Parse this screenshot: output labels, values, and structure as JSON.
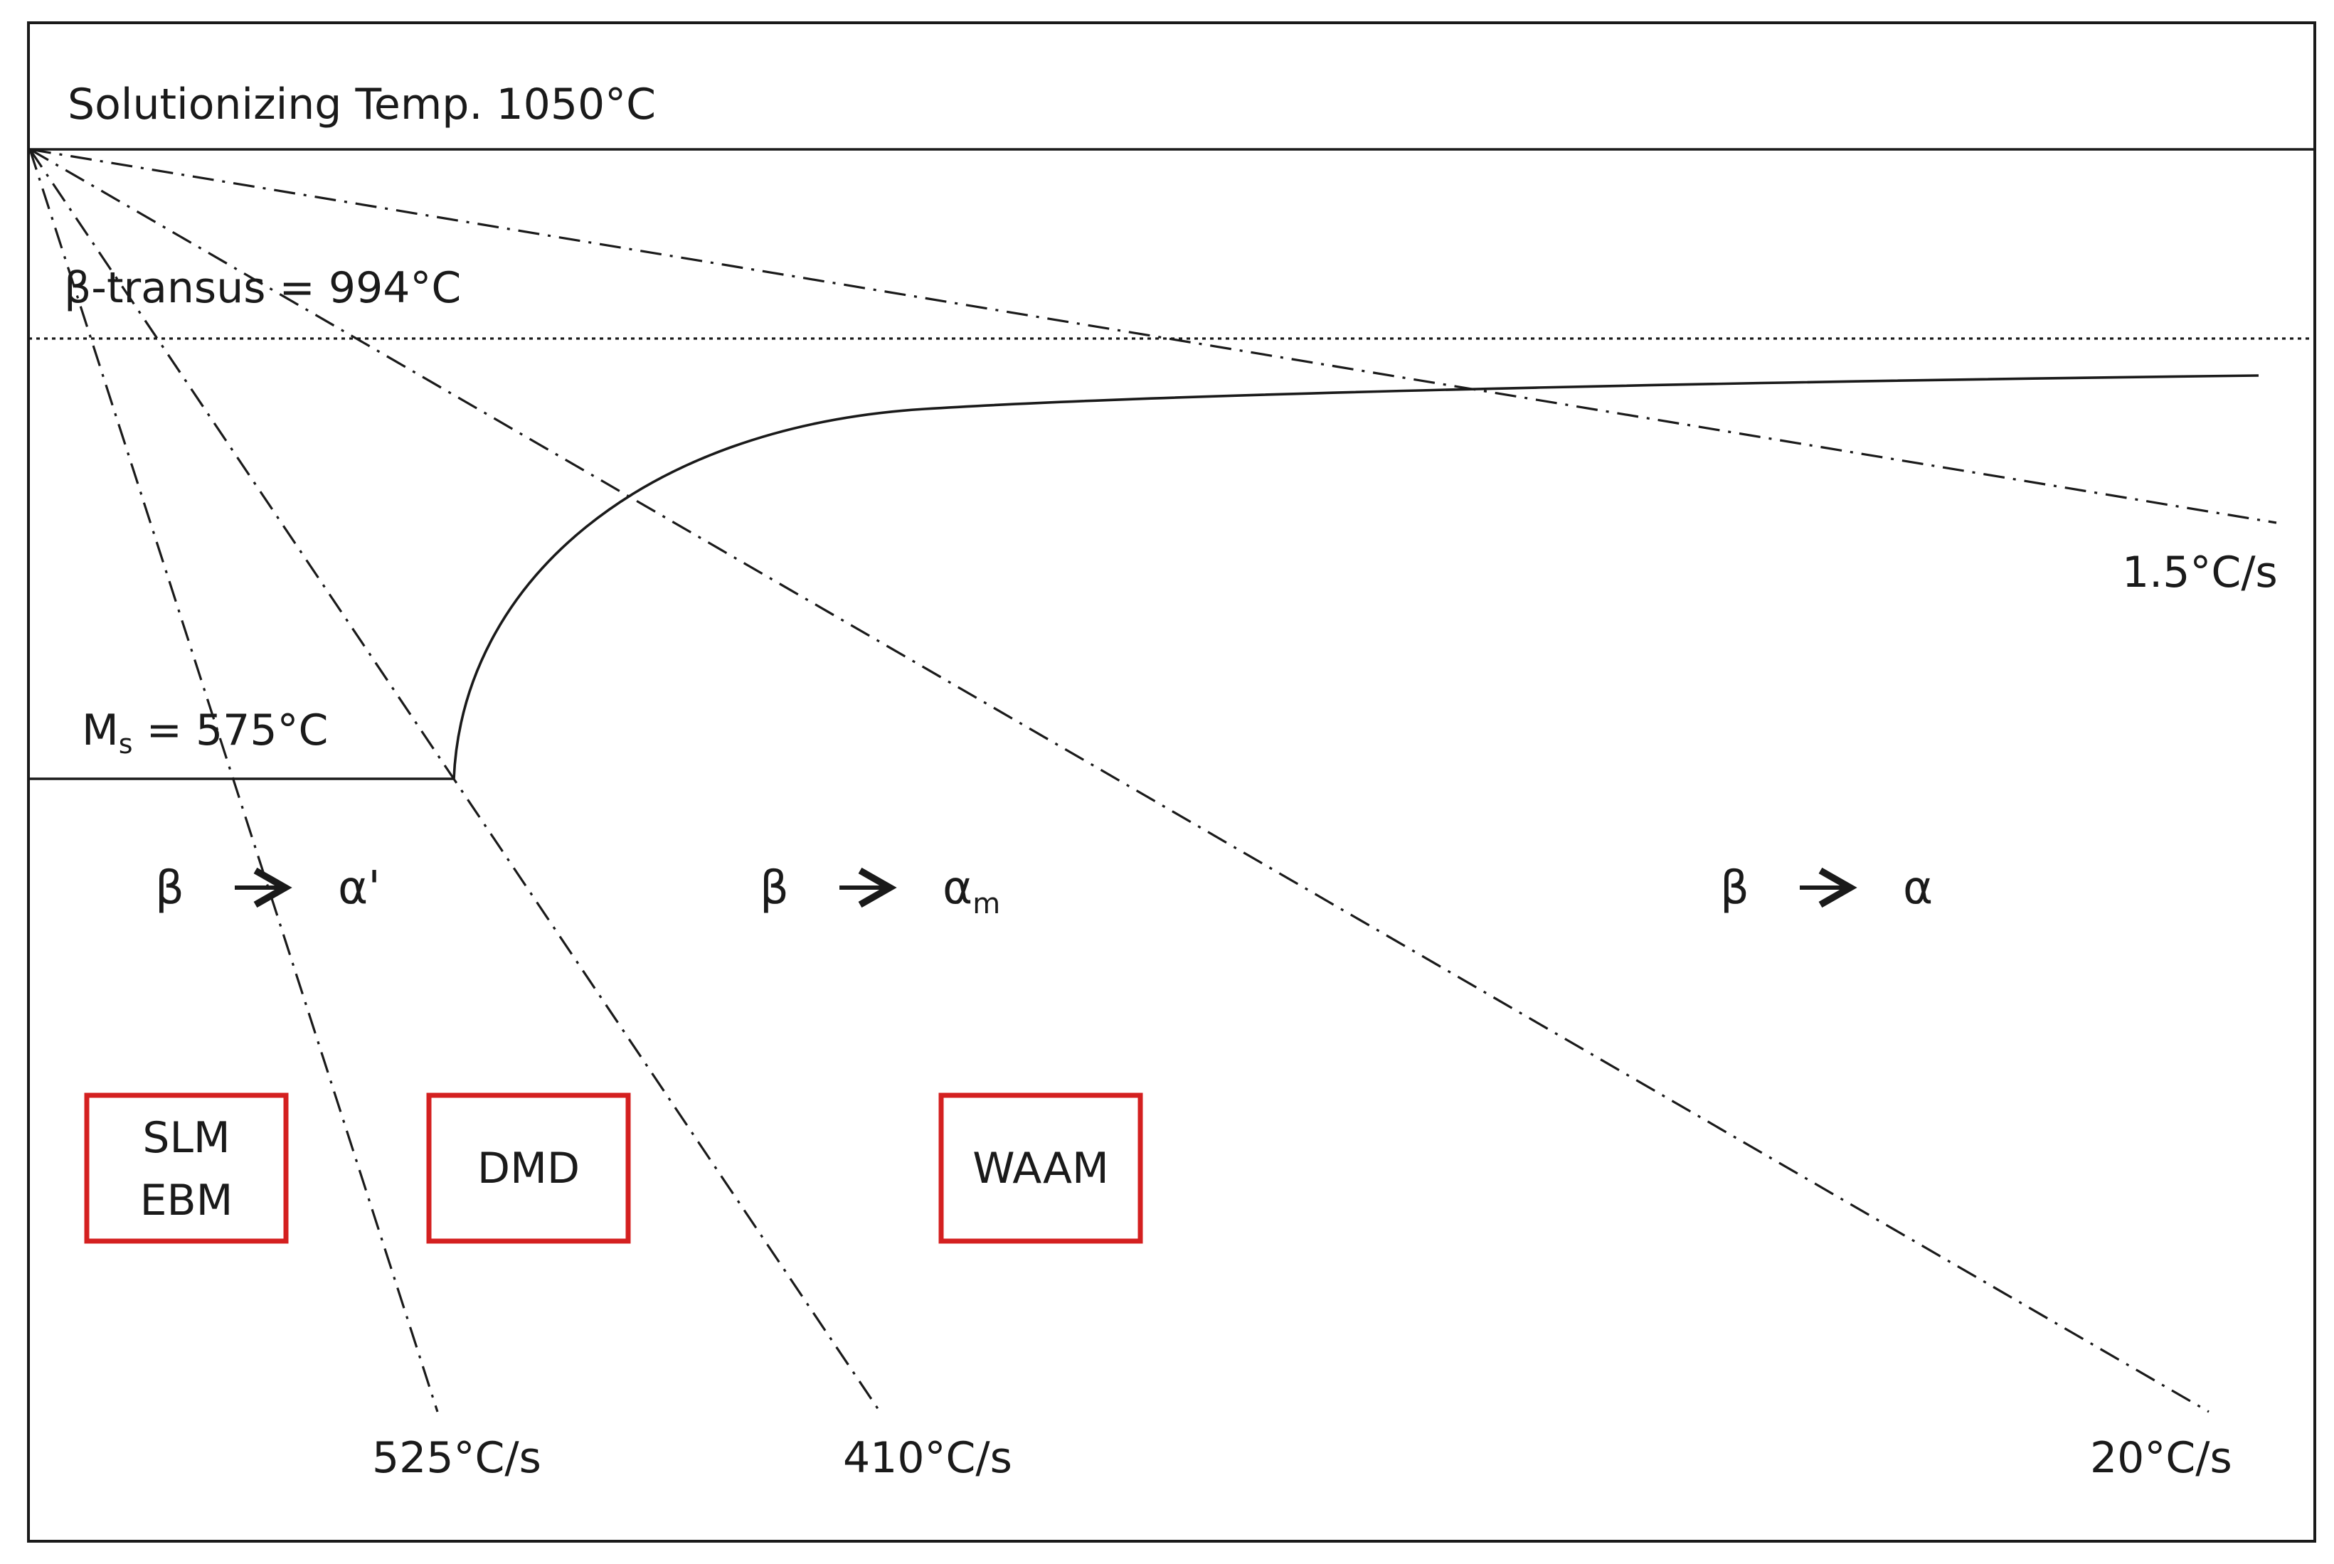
{
  "title": "Solutionizing Temp. 1050°C",
  "beta_transus": "β-transus = 994°C",
  "ms": {
    "main": "M",
    "sub": "s",
    "rest": " = 575°C"
  },
  "cooling_rates": {
    "slow": "1.5°C/s",
    "r525": "525°C/s",
    "r410": "410°C/s",
    "r20": "20°C/s"
  },
  "transformations": {
    "martensite": {
      "from": "β",
      "arrow": "🡒",
      "to": "α'"
    },
    "massive": {
      "from": "β",
      "arrow": "🡒",
      "to_main": "α",
      "to_sub": "m"
    },
    "diffusional": {
      "from": "β",
      "arrow": "🡒",
      "to": "α"
    }
  },
  "processes": {
    "box1": {
      "line1": "SLM",
      "line2": "EBM"
    },
    "box2": "DMD",
    "box3": "WAAM"
  },
  "colors": {
    "line": "#1a1a1a",
    "process_box_border": "#d42020"
  }
}
